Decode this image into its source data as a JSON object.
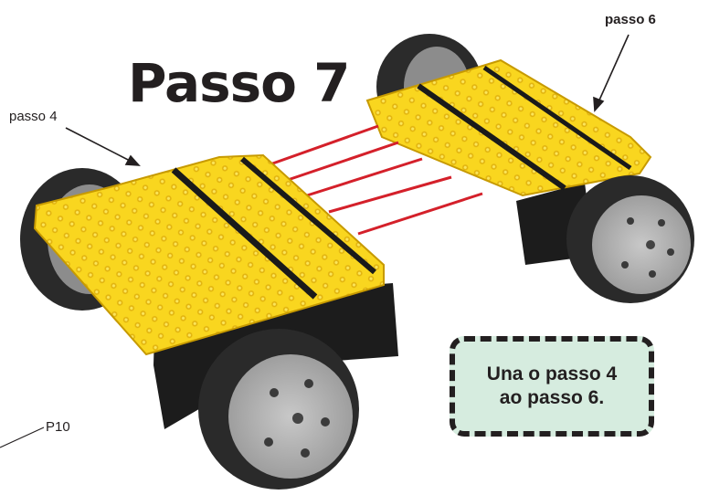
{
  "title": "Passo 7",
  "labels": {
    "step4": "passo 4",
    "step6": "passo 6",
    "part": "P10"
  },
  "callout": {
    "line1": "Una o passo 4",
    "line2": "ao passo 6."
  },
  "colors": {
    "plate_yellow": "#f7d51d",
    "connector_red": "#d4202a",
    "callout_fill": "#d6ecdf",
    "text_dark": "#231f20"
  }
}
